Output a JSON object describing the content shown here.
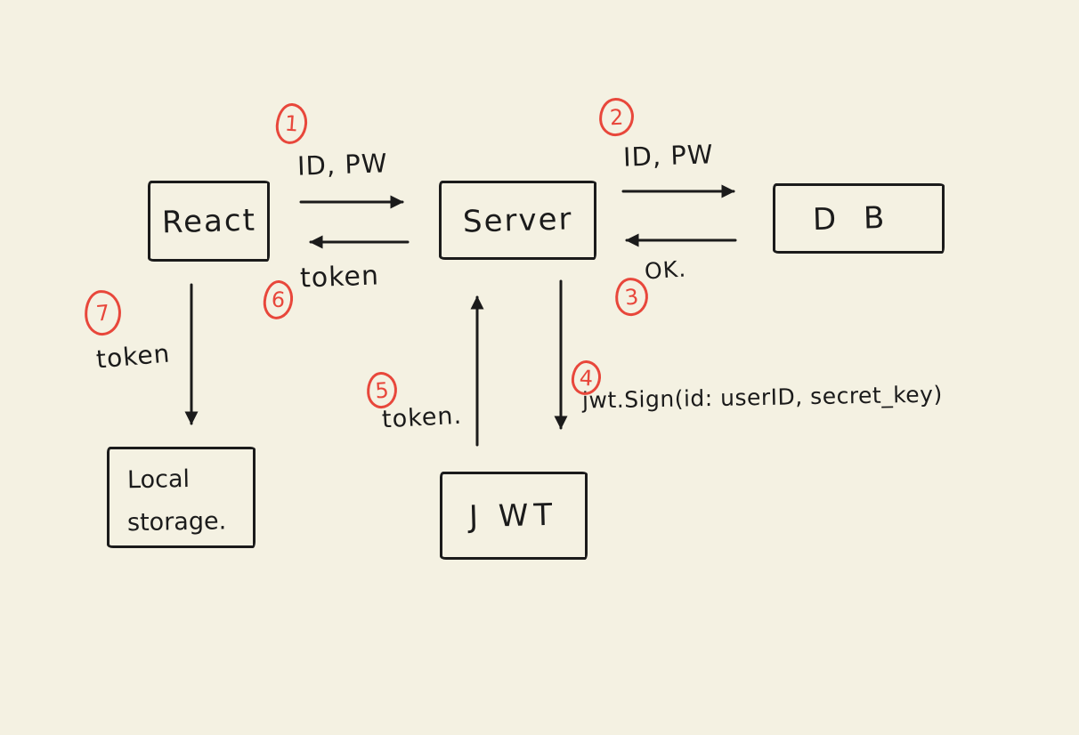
{
  "colors": {
    "background": "#F4F1E2",
    "ink": "#1B1B1B",
    "accent_red": "#E8473B"
  },
  "nodes": {
    "react": {
      "label": "React"
    },
    "server": {
      "label": "Server"
    },
    "db": {
      "label": "D B"
    },
    "jwt": {
      "label": "J WT"
    },
    "local_storage": {
      "line1": "Local",
      "line2": "storage."
    }
  },
  "edges": {
    "react_to_server": {
      "step": "1",
      "label": "ID, PW"
    },
    "server_to_db": {
      "step": "2",
      "label": "ID, PW"
    },
    "db_to_server": {
      "step": "3",
      "label": "OK."
    },
    "server_to_jwt": {
      "step": "4",
      "label": "jwt.Sign(id: userID, secret_key)"
    },
    "jwt_to_server": {
      "step": "5",
      "label": "token."
    },
    "server_to_react": {
      "step": "6",
      "label": "token"
    },
    "react_to_localstorage": {
      "step": "7",
      "label": "token"
    }
  }
}
